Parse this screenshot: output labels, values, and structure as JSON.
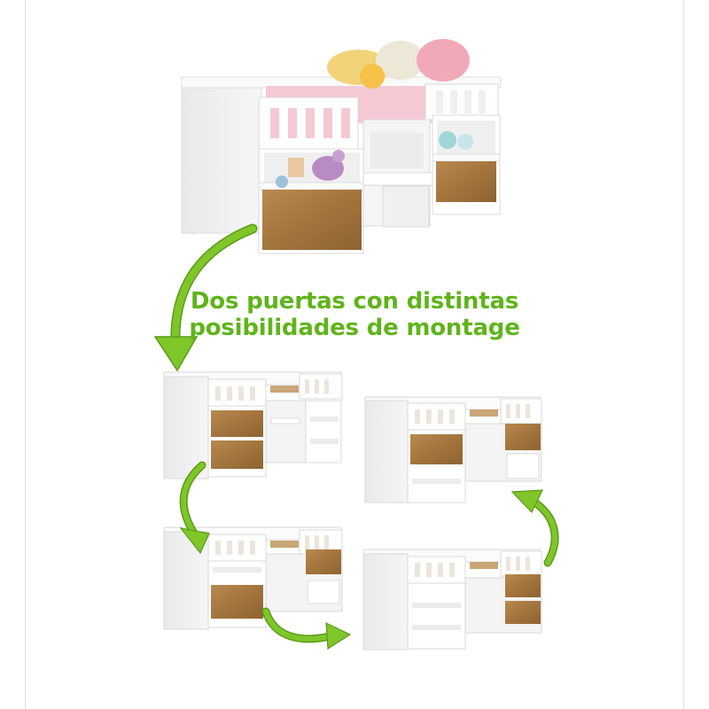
{
  "caption": {
    "line1": "Dos puertas con distintas",
    "line2": "posibilidades de montage"
  },
  "colors": {
    "caption": "#5fb41a",
    "arrow": "#7fc62a",
    "arrow_dark": "#5c9a17",
    "wood": "#a97b43",
    "wood_dark": "#8a5f2e",
    "white_panel": "#f7f7f7",
    "mattress": "#f4c9d3",
    "pillow_pink": "#f1a9b8"
  },
  "images": [
    "bunk-bed-hero-photo",
    "configuration-variant-1",
    "configuration-variant-2",
    "configuration-variant-3",
    "configuration-variant-4"
  ]
}
